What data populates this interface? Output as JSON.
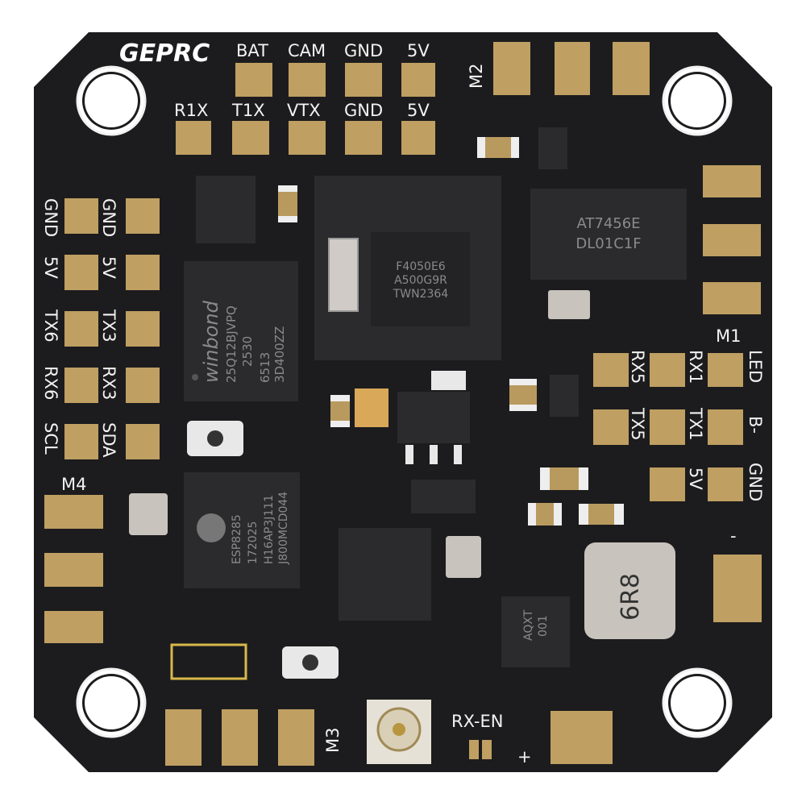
{
  "brand": {
    "logo": "GEPRC"
  },
  "top_labels_row1": [
    "BAT",
    "CAM",
    "GND",
    "5V"
  ],
  "top_labels_row2": [
    "R1X",
    "T1X",
    "VTX",
    "GND",
    "5V"
  ],
  "left_labels_outer": [
    "GND",
    "5V",
    "TX6",
    "RX6",
    "SCL"
  ],
  "left_labels_inner": [
    "GND",
    "5V",
    "TX3",
    "RX3",
    "SDA"
  ],
  "motor_labels": {
    "m1": "M1",
    "m2": "M2",
    "m3": "M3",
    "m4": "M4"
  },
  "right_labels": {
    "row1": [
      "RX5",
      "RX1",
      "LED"
    ],
    "row2": [
      "TX5",
      "TX1",
      "B-"
    ],
    "row3": [
      "5V",
      "GND"
    ]
  },
  "power_labels": {
    "minus": "-",
    "plus": "+"
  },
  "bottom_label": "RX-EN",
  "chips": {
    "mcu": [
      "F4050E6",
      "A500G9R",
      "TWN2364"
    ],
    "osd": [
      "AT7456E",
      "DL01C1F"
    ],
    "flash": [
      "winbond",
      "25Q12BJVPQ",
      "2530",
      "6513",
      "3D400ZZ"
    ],
    "wifi": [
      "ESP8285",
      "172025",
      "H16AP3J111",
      "J800MCD044"
    ],
    "inductor": "6R8",
    "regulator": [
      "AQXT",
      "001"
    ]
  },
  "colors": {
    "board": "#1c1c1e",
    "pad": "#bf9f62",
    "silk": "#f2f2f2"
  }
}
